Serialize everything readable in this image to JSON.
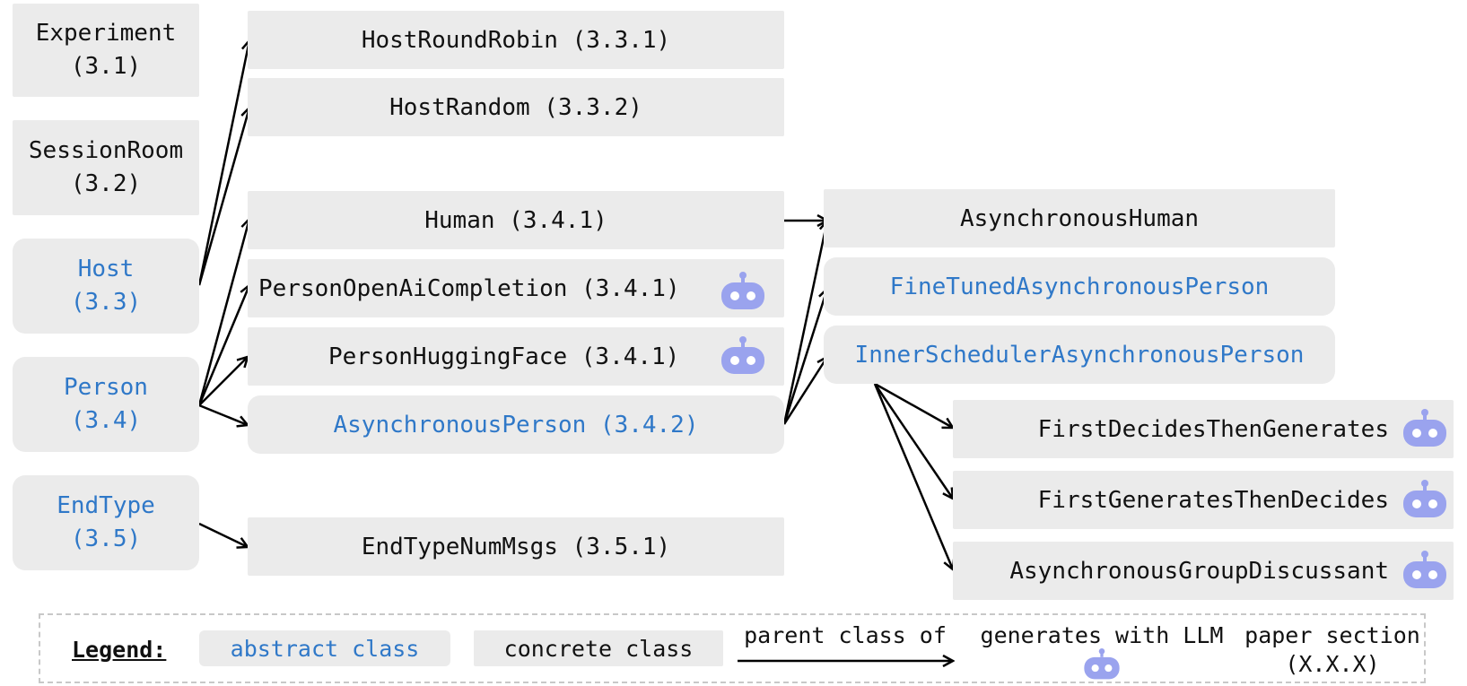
{
  "left_column": [
    {
      "id": "experiment",
      "line1": "Experiment",
      "line2": "(3.1)",
      "kind": "concrete"
    },
    {
      "id": "sessionroom",
      "line1": "SessionRoom",
      "line2": "(3.2)",
      "kind": "concrete"
    },
    {
      "id": "host",
      "line1": "Host",
      "line2": "(3.3)",
      "kind": "abstract"
    },
    {
      "id": "person",
      "line1": "Person",
      "line2": "(3.4)",
      "kind": "abstract"
    },
    {
      "id": "endtype",
      "line1": "EndType",
      "line2": "(3.5)",
      "kind": "abstract"
    }
  ],
  "middle_column": [
    {
      "id": "hostroundrobin",
      "label": "HostRoundRobin (3.3.1)",
      "kind": "concrete",
      "llm": false
    },
    {
      "id": "hostrandom",
      "label": "HostRandom (3.3.2)",
      "kind": "concrete",
      "llm": false
    },
    {
      "id": "human",
      "label": "Human (3.4.1)",
      "kind": "concrete",
      "llm": false
    },
    {
      "id": "personopenai",
      "label": "PersonOpenAiCompletion (3.4.1)",
      "kind": "concrete",
      "llm": true
    },
    {
      "id": "personhf",
      "label": "PersonHuggingFace (3.4.1)",
      "kind": "concrete",
      "llm": true
    },
    {
      "id": "asyncperson",
      "label": "AsynchronousPerson (3.4.2)",
      "kind": "abstract",
      "llm": false
    },
    {
      "id": "endtypenummsgs",
      "label": "EndTypeNumMsgs (3.5.1)",
      "kind": "concrete",
      "llm": false
    }
  ],
  "right_column": [
    {
      "id": "asynchuman",
      "label": "AsynchronousHuman",
      "kind": "concrete",
      "llm": false
    },
    {
      "id": "finetuned",
      "label": "FineTunedAsynchronousPerson",
      "kind": "abstract",
      "llm": false
    },
    {
      "id": "innersched",
      "label": "InnerSchedulerAsynchronousPerson",
      "kind": "abstract",
      "llm": false
    }
  ],
  "far_right_column": [
    {
      "id": "firstdecides",
      "label": "FirstDecidesThenGenerates",
      "kind": "concrete",
      "llm": true
    },
    {
      "id": "firstgenerates",
      "label": "FirstGeneratesThenDecides",
      "kind": "concrete",
      "llm": true
    },
    {
      "id": "groupdiscussant",
      "label": "AsynchronousGroupDiscussant",
      "kind": "concrete",
      "llm": true
    }
  ],
  "edges": [
    [
      "host",
      "hostroundrobin"
    ],
    [
      "host",
      "hostrandom"
    ],
    [
      "person",
      "human"
    ],
    [
      "person",
      "personopenai"
    ],
    [
      "person",
      "personhf"
    ],
    [
      "person",
      "asyncperson"
    ],
    [
      "endtype",
      "endtypenummsgs"
    ],
    [
      "human",
      "asynchuman"
    ],
    [
      "asyncperson",
      "asynchuman"
    ],
    [
      "asyncperson",
      "finetuned"
    ],
    [
      "asyncperson",
      "innersched"
    ],
    [
      "innersched",
      "firstdecides"
    ],
    [
      "innersched",
      "firstgenerates"
    ],
    [
      "innersched",
      "groupdiscussant"
    ]
  ],
  "legend": {
    "title": "Legend:",
    "abstract": "abstract class",
    "concrete": "concrete class",
    "parent": "parent class of",
    "llm": "generates with LLM",
    "section_line1": "paper section",
    "section_line2": "(X.X.X)"
  },
  "colors": {
    "abstract_text": "#2f78c8",
    "box_bg": "#ebebeb",
    "robot": "#9aa3ee"
  }
}
